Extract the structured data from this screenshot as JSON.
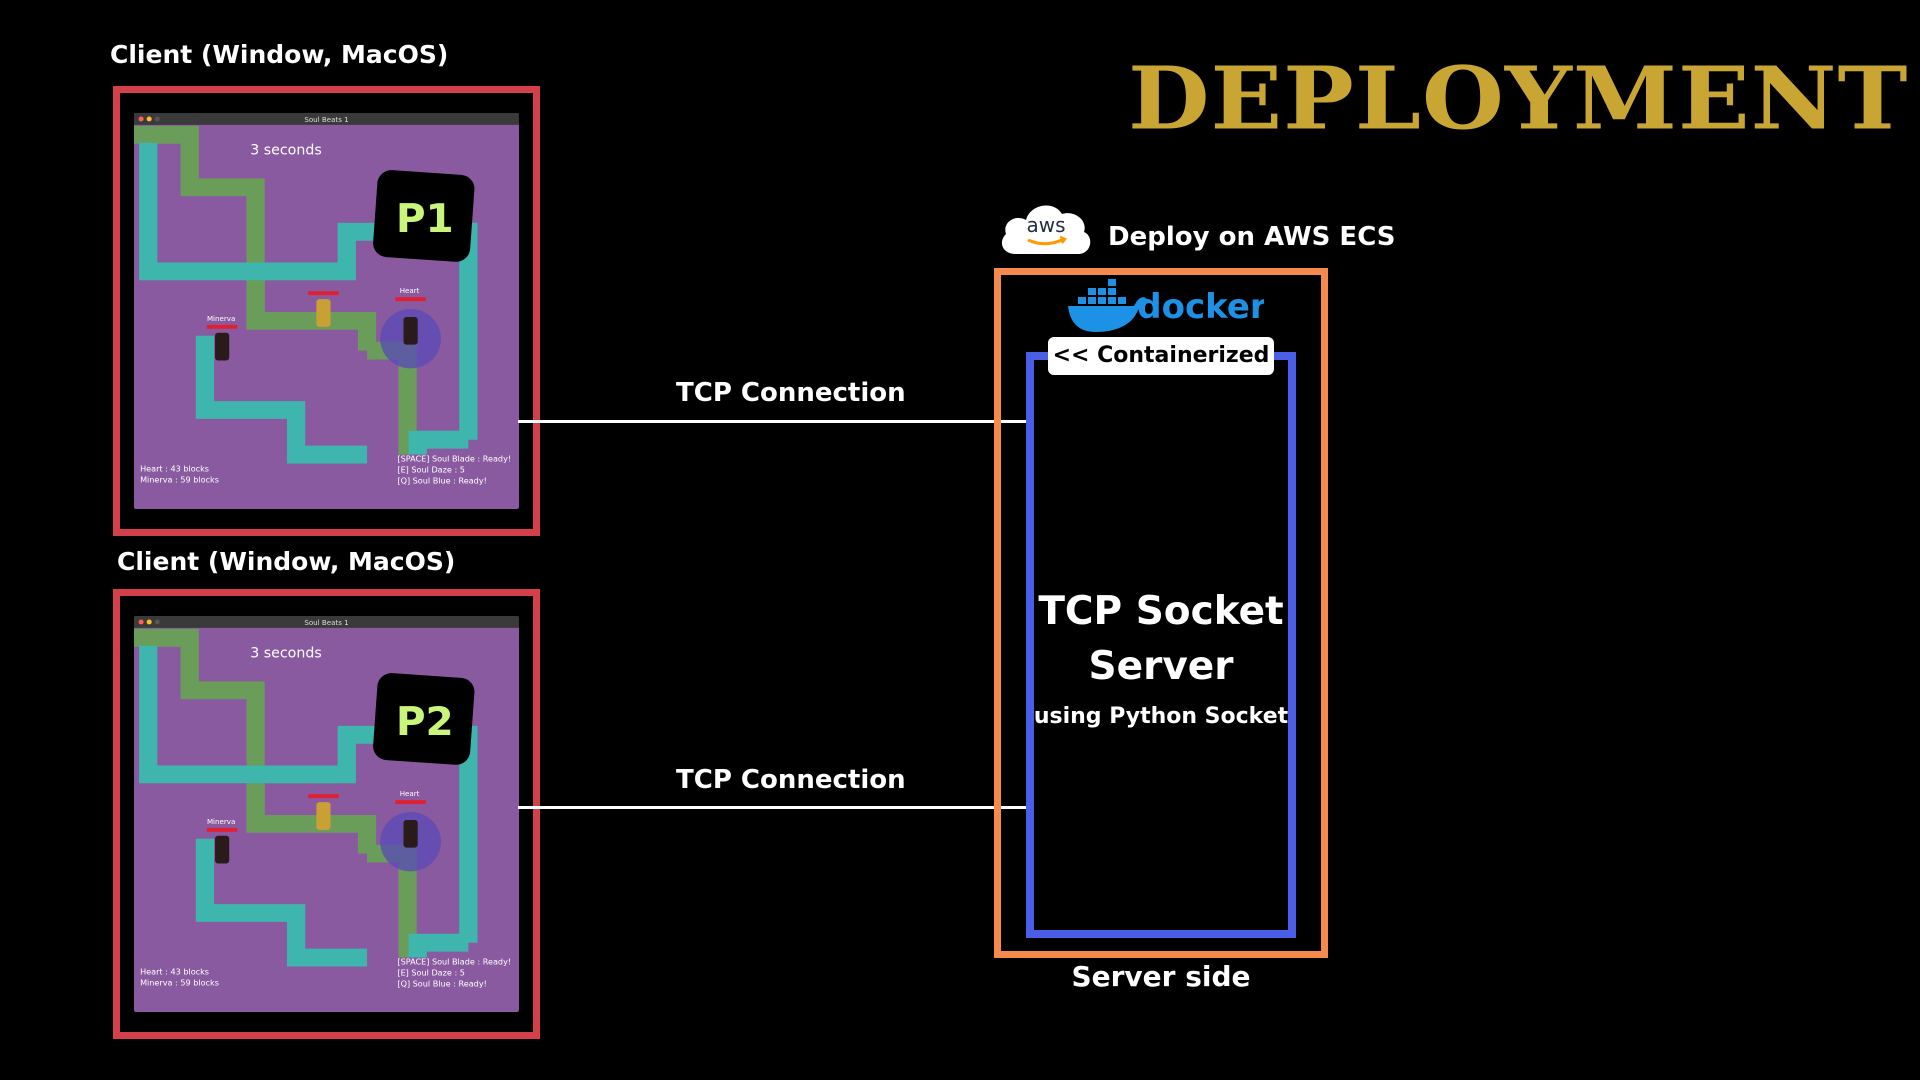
{
  "title": "DEPLOYMENT",
  "clients": [
    {
      "label": "Client (Window, MacOS)",
      "window_title": "Soul Beats 1",
      "timer": "3 seconds",
      "player_tag": "P1",
      "name_left": "Minerva",
      "name_right": "Heart",
      "stats_left": [
        "Heart : 43 blocks",
        "Minerva : 59 blocks"
      ],
      "stats_right": [
        "[SPACE] Soul Blade : Ready!",
        "[E] Soul Daze : 5",
        "[Q] Soul Blue : Ready!"
      ],
      "connection_label": "TCP Connection"
    },
    {
      "label": "Client (Window, MacOS)",
      "window_title": "Soul Beats 1",
      "timer": "3 seconds",
      "player_tag": "P2",
      "name_left": "Minerva",
      "name_right": "Heart",
      "stats_left": [
        "Heart : 43 blocks",
        "Minerva : 59 blocks"
      ],
      "stats_right": [
        "[SPACE] Soul Blade : Ready!",
        "[E] Soul Daze : 5",
        "[Q] Soul Blue : Ready!"
      ],
      "connection_label": "TCP Connection"
    }
  ],
  "server": {
    "provider_logo": "aws",
    "deploy_label": "Deploy on AWS ECS",
    "docker_logo": "docker",
    "badge": "<< Containerized >>",
    "title_line1": "TCP Socket",
    "title_line2": "Server",
    "subtitle": "using Python Socket",
    "footer": "Server side"
  },
  "colors": {
    "title": "#c9a633",
    "client_border": "#d4404a",
    "container_border": "#f48a4c",
    "server_border": "#4a5fe6",
    "docker_blue": "#1d91e6",
    "tag_text": "#c9f57a"
  }
}
